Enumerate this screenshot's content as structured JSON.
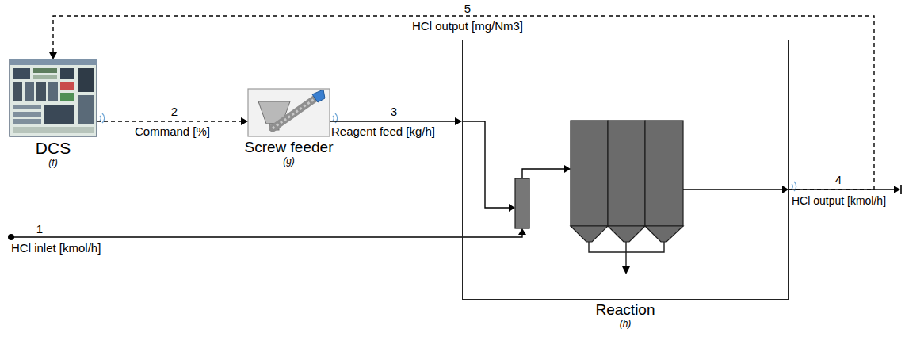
{
  "diagram": {
    "nodes": [
      {
        "text": [
          "DCS",
          "(f)"
        ]
      },
      {
        "text": [
          "Screw feeder",
          "(g)"
        ]
      },
      {
        "text": [
          "Reaction",
          "(h)"
        ]
      }
    ],
    "edges": [
      {
        "from": 0,
        "to": 1,
        "arrow": "to",
        "label": "Command [%]"
      },
      {
        "from": 1,
        "to": 2,
        "arrow": "to",
        "label": "Reagent feed [kg/h]"
      },
      {
        "from": 2,
        "to": 0,
        "arrow": "to",
        "label": "HCl output [mg/Nm3]"
      }
    ],
    "labels": [
      "1",
      "HCl inlet [kmol/h]",
      "2",
      "3",
      "4",
      "HCl output [kmol/h]",
      "5"
    ]
  }
}
